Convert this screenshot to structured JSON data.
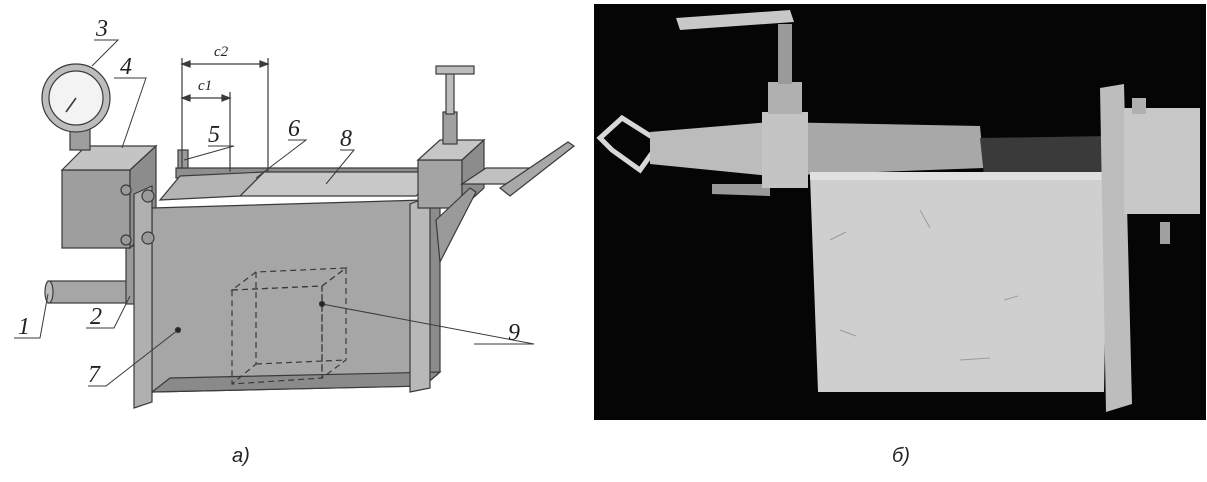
{
  "figure": {
    "caption_a": "а)",
    "caption_b": "б)"
  },
  "drawing": {
    "callouts": [
      "1",
      "2",
      "3",
      "4",
      "5",
      "6",
      "7",
      "8",
      "9"
    ],
    "dimensions": [
      "с1",
      "с2"
    ]
  },
  "photo": {
    "background_color": "#050505",
    "metal_color": "#cfcfcf"
  },
  "colors": {
    "body_fill": "#a6a6a6",
    "body_side": "#8c8c8c",
    "body_top": "#c4c4c4",
    "stroke": "#3a3a3a"
  }
}
